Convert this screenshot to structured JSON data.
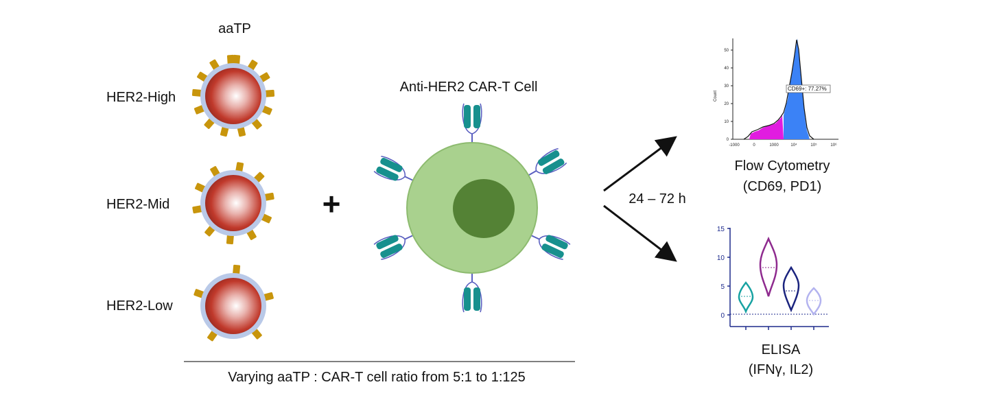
{
  "aatp": {
    "header": "aaTP",
    "particles": [
      {
        "label": "HER2-High"
      },
      {
        "label": "HER2-Mid"
      },
      {
        "label": "HER2-Low"
      }
    ]
  },
  "plus": "+",
  "cart": {
    "title": "Anti-HER2 CAR-T Cell"
  },
  "ratio_caption": "Varying aaTP : CAR-T cell ratio from 5:1 to 1:125",
  "time_label": "24 – 72 h",
  "flow": {
    "line1": "Flow Cytometry",
    "line2": "(CD69, PD1)",
    "gate_label": "CD69+: 77.27%",
    "y_title": "Count",
    "y_ticks": [
      "50",
      "40",
      "30",
      "20",
      "10",
      "0"
    ],
    "x_ticks": [
      "-1000",
      "0",
      "1000",
      "10⁴",
      "10⁵",
      "10⁶"
    ]
  },
  "elisa": {
    "line1": "ELISA",
    "line2": "(IFNγ, IL2)",
    "y_ticks": [
      "15",
      "10",
      "5",
      "0"
    ]
  },
  "colors": {
    "particle": "#c0392b",
    "antigen": "#c8950c",
    "cell_outer": "#a9d18e",
    "cell_nucleus": "#548235",
    "receptor": "#17908e",
    "histogram_gate": "#3b82f6",
    "histogram_neg": "#e11ce0",
    "violins": [
      "#17a2a2",
      "#8e2a8e",
      "#1a237e",
      "#b3b3ef"
    ]
  }
}
